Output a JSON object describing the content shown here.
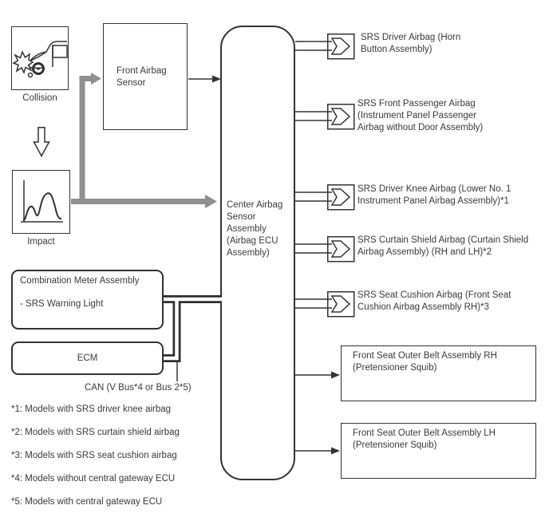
{
  "nodes": {
    "collision_label": "Collision",
    "impact_label": "Impact",
    "front_airbag_sensor_label": "Front Airbag Sensor",
    "center_assembly_label": "Center Airbag Sensor Assembly (Airbag ECU Assembly)",
    "combination_meter": {
      "title": "Combination Meter Assembly",
      "item": "- SRS Warning Light"
    },
    "ecm_label": "ECM",
    "can_bus_label": "CAN (V Bus*4 or Bus 2*5)"
  },
  "squib_connectors": [
    {
      "label": "SRS Driver Airbag (Horn Button Assembly)"
    },
    {
      "label": "SRS Front Passenger Airbag (Instrument Panel Passenger Airbag without Door Assembly)"
    },
    {
      "label": "SRS Driver Knee Airbag (Lower No. 1 Instrument Panel Airbag Assembly)*1"
    },
    {
      "label": "SRS Curtain Shield Airbag (Curtain Shield Airbag Assembly) (RH and LH)*2"
    },
    {
      "label": "SRS Seat Cushion Airbag (Front Seat Cushion Airbag Assembly RH)*3"
    }
  ],
  "belt_boxes": [
    {
      "label": "Front Seat Outer Belt Assembly RH (Pretensioner Squib)"
    },
    {
      "label": "Front Seat Outer Belt Assembly LH (Pretensioner Squib)"
    }
  ],
  "footnotes": [
    "*1: Models with SRS driver knee airbag",
    "*2: Models with SRS curtain shield airbag",
    "*3: Models with SRS seat cushion airbag",
    "*4: Models without central gateway ECU",
    "*5: Models with central gateway ECU"
  ],
  "icons": {
    "collision": "car-crash-icon",
    "flow_down": "down-arrow-icon",
    "impact": "impact-waveform-icon",
    "squib": "squib-connector-icon"
  },
  "colors": {
    "line": "#333333",
    "gray_arrow": "#8f8f8f",
    "text": "#3a3a3a",
    "background": "#ffffff"
  }
}
